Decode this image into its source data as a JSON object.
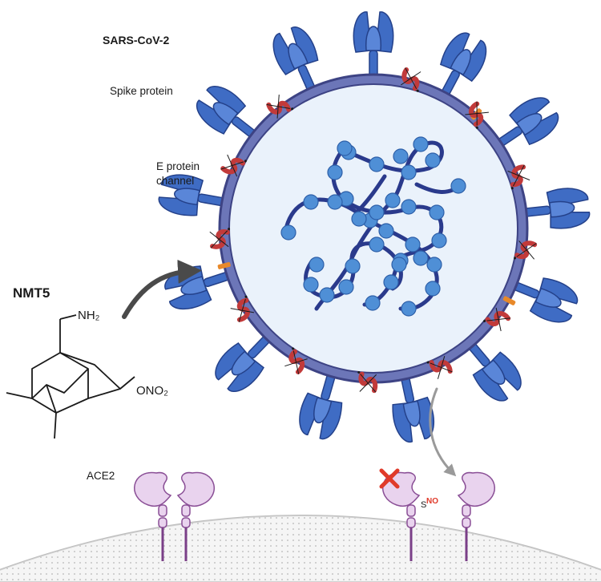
{
  "labels": {
    "virus_name": "SARS-CoV-2",
    "spike_protein": "Spike protein",
    "e_protein_line1": "E protein",
    "e_protein_line2": "channel",
    "drug_name": "NMT5",
    "amine_group": "NH₂",
    "nitrate_group": "ONO₂",
    "ace2": "ACE2",
    "sno_s": "S",
    "sno_no": "NO"
  },
  "colors": {
    "spike_fill": "#3f6cc4",
    "spike_stroke": "#24418a",
    "envelope": "#6c76b8",
    "envelope_stroke": "#3d4384",
    "interior": "#eaf2fb",
    "rna_strand": "#2a3a8c",
    "rna_bead": "#4f8fd6",
    "e_channel": "#e8892a",
    "nitro_red": "#c23a3a",
    "ace2_fill": "#e9d3ee",
    "ace2_stroke": "#8a4f96",
    "stem": "#7a3f88",
    "cell_membrane": "#c8c8c8",
    "block_x": "#e03a2a",
    "sno_no": "#e03a2a"
  }
}
